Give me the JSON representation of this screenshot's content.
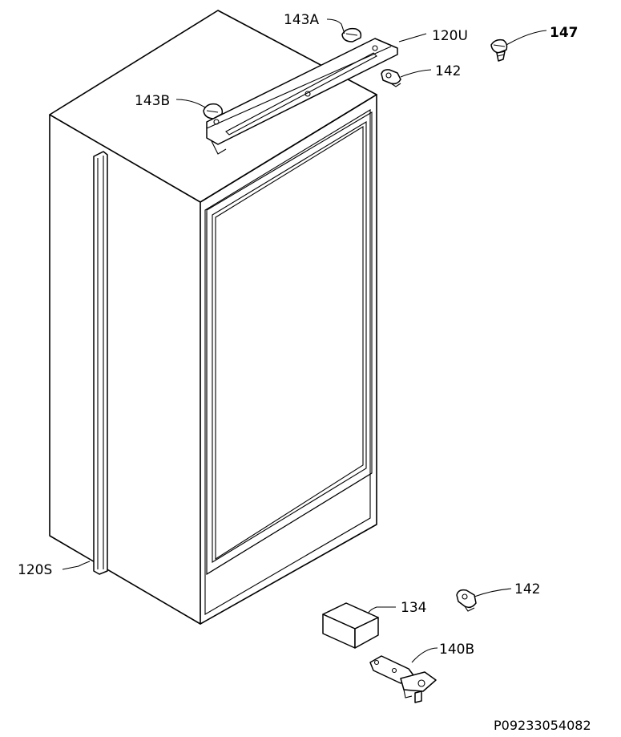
{
  "labels": {
    "l143a": "143A",
    "l120u": "120U",
    "l147": "147",
    "l142_top": "142",
    "l143b": "143B",
    "l120s": "120S",
    "l134": "134",
    "l142_bottom": "142",
    "l140b": "140B"
  },
  "reference_code": "P09233054082"
}
